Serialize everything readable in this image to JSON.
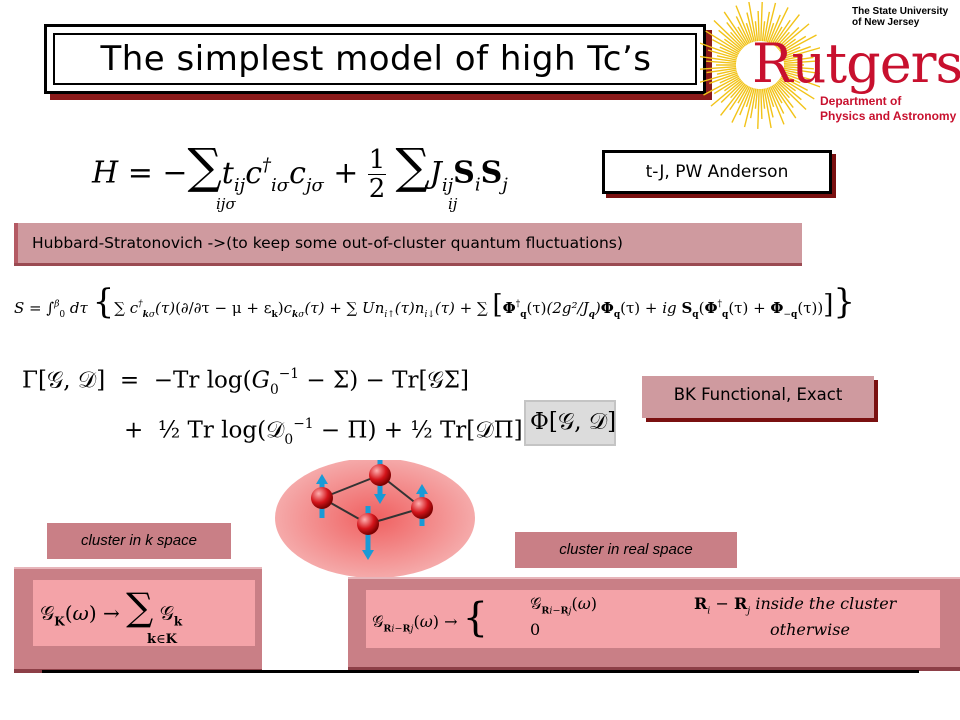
{
  "title": "The simplest model of high Tc’s",
  "logo": {
    "university": "The State University\nof New Jersey",
    "name": "Rutgers",
    "department": "Department of\nPhysics and Astronomy"
  },
  "label_tj": "t-J, PW Anderson",
  "banner_hs": "Hubbard-Stratonovich ->(to keep some out-of-cluster quantum fluctuations)",
  "label_bk": "BK Functional, Exact",
  "tab_k": "cluster in k space",
  "tab_real": "cluster in real space",
  "equations": {
    "hamiltonian": "H = − Σ t_ij c†_iσ c_jσ + ½ Σ J_ij S_i S_j",
    "action": "S = ∫₀^β dτ { Σ c†_kσ(τ)(∂/∂τ − μ + ε_k) c_kσ(τ) + Σ U n_i↑(τ) n_i↓(τ) + Σ [ Φ†_q(τ) (2g²/J_q) Φ_q(τ) + ig S_q (Φ†_q(τ) + Φ_−q(τ)) ] }",
    "functional": "Γ[𝒢,𝒟] = −Tr log(G₀⁻¹ − Σ) − Tr[𝒢Σ] + ½ Tr log(𝒟₀⁻¹ − Π) + ½ Tr[𝒟Π] + Φ[𝒢,𝒟]",
    "k_cluster": "𝒢_K(ω) → Σ_{k∈K} 𝒢_k",
    "real_cluster": "𝒢_{Ri−Rj}(ω) → { 𝒢_{Ri−Rj}(ω)  Ri − Rj inside the cluster ; 0 otherwise }"
  },
  "colors": {
    "rutgers_red": "#c8102e",
    "banner_pink": "#cf9a9f",
    "panel_pink": "#f4a3a8",
    "slab": "#c97f86",
    "box_shadow": "#8b1a1a"
  }
}
